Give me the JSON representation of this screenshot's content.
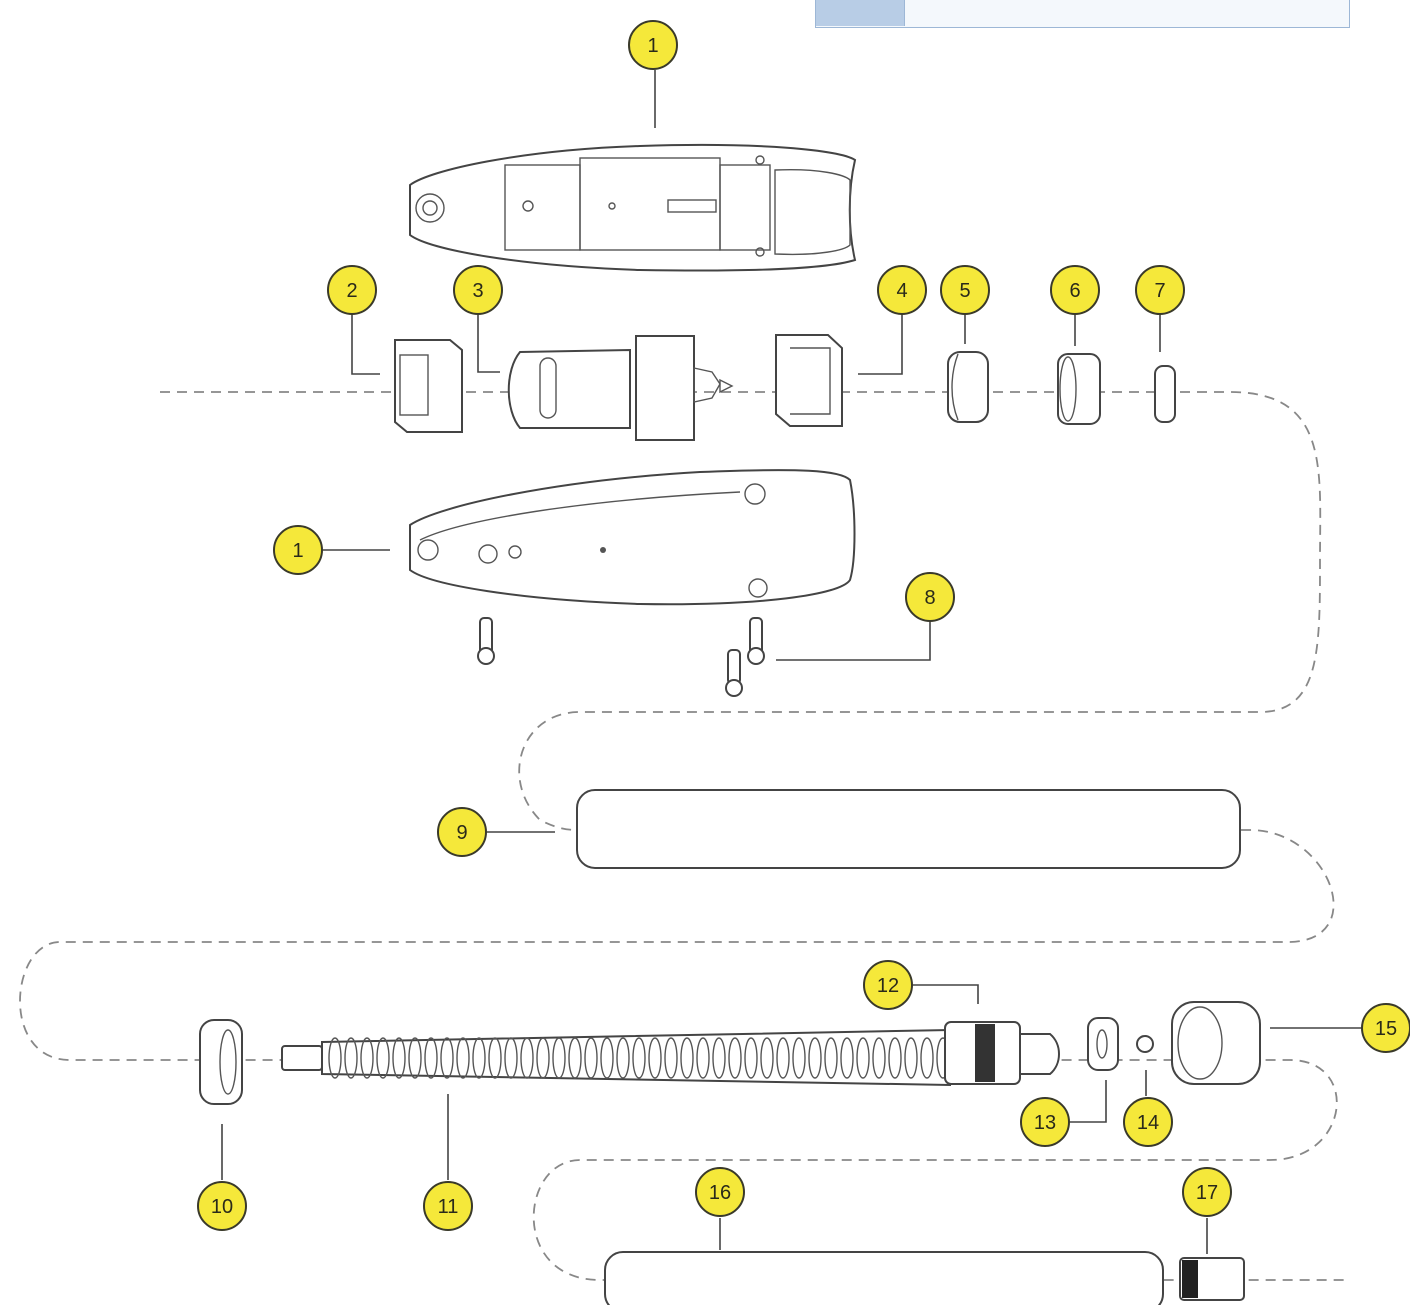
{
  "header_box": {
    "text": ""
  },
  "callouts": [
    {
      "id": "c1a",
      "label": "1"
    },
    {
      "id": "c2",
      "label": "2"
    },
    {
      "id": "c3",
      "label": "3"
    },
    {
      "id": "c4",
      "label": "4"
    },
    {
      "id": "c5",
      "label": "5"
    },
    {
      "id": "c6",
      "label": "6"
    },
    {
      "id": "c7",
      "label": "7"
    },
    {
      "id": "c1b",
      "label": "1"
    },
    {
      "id": "c8",
      "label": "8"
    },
    {
      "id": "c9",
      "label": "9"
    },
    {
      "id": "c10",
      "label": "10"
    },
    {
      "id": "c11",
      "label": "11"
    },
    {
      "id": "c12",
      "label": "12"
    },
    {
      "id": "c13",
      "label": "13"
    },
    {
      "id": "c14",
      "label": "14"
    },
    {
      "id": "c15",
      "label": "15"
    },
    {
      "id": "c16",
      "label": "16"
    },
    {
      "id": "c17",
      "label": "17"
    }
  ],
  "colors": {
    "callout_fill": "#f5e83a",
    "callout_stroke": "#3a3a2a",
    "line": "#444444",
    "dash": "#888888"
  }
}
